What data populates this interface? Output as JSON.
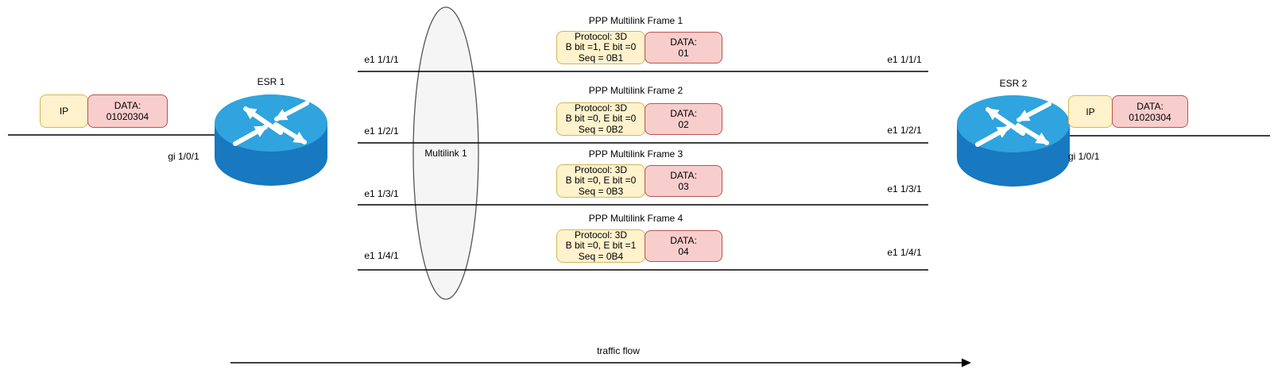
{
  "diagram": {
    "left_endpoint": {
      "router_label": "ESR 1",
      "interface_label": "gi 1/0/1",
      "packet": {
        "ip_label": "IP",
        "data_label": "DATA:",
        "data_value": "01020304"
      }
    },
    "right_endpoint": {
      "router_label": "ESR 2",
      "interface_label": "gi 1/0/1",
      "packet": {
        "ip_label": "IP",
        "data_label": "DATA:",
        "data_value": "01020304"
      }
    },
    "multilink_label": "Multilink 1",
    "links": [
      {
        "left_label": "e1 1/1/1",
        "right_label": "e1 1/1/1"
      },
      {
        "left_label": "e1 1/2/1",
        "right_label": "e1 1/2/1"
      },
      {
        "left_label": "e1 1/3/1",
        "right_label": "e1 1/3/1"
      },
      {
        "left_label": "e1 1/4/1",
        "right_label": "e1 1/4/1"
      }
    ],
    "frames": [
      {
        "title": "PPP Multilink Frame 1",
        "protocol": "Protocol: 3D",
        "bits": "B bit =1, E bit =0",
        "seq": "Seq = 0B1",
        "data_label": "DATA:",
        "data_value": "01"
      },
      {
        "title": "PPP Multilink Frame 2",
        "protocol": "Protocol: 3D",
        "bits": "B bit =0, E bit =0",
        "seq": "Seq = 0B2",
        "data_label": "DATA:",
        "data_value": "02"
      },
      {
        "title": "PPP Multilink Frame 3",
        "protocol": "Protocol: 3D",
        "bits": "B bit =0, E bit =0",
        "seq": "Seq = 0B3",
        "data_label": "DATA:",
        "data_value": "03"
      },
      {
        "title": "PPP Multilink Frame 4",
        "protocol": "Protocol: 3D",
        "bits": "B bit =0, E bit =1",
        "seq": "Seq = 0B4",
        "data_label": "DATA:",
        "data_value": "04"
      }
    ],
    "traffic_flow_label": "traffic flow",
    "colors": {
      "protocol_box_fill": "#FFF2CC",
      "protocol_box_border": "#D6B656",
      "data_box_fill": "#F8CECC",
      "data_box_border": "#B85450",
      "multilink_ellipse_fill": "#F5F5F5",
      "multilink_ellipse_border": "#545454",
      "router_top": "#2FA4DE",
      "router_side": "#1878C0",
      "line_color": "#000000"
    }
  }
}
